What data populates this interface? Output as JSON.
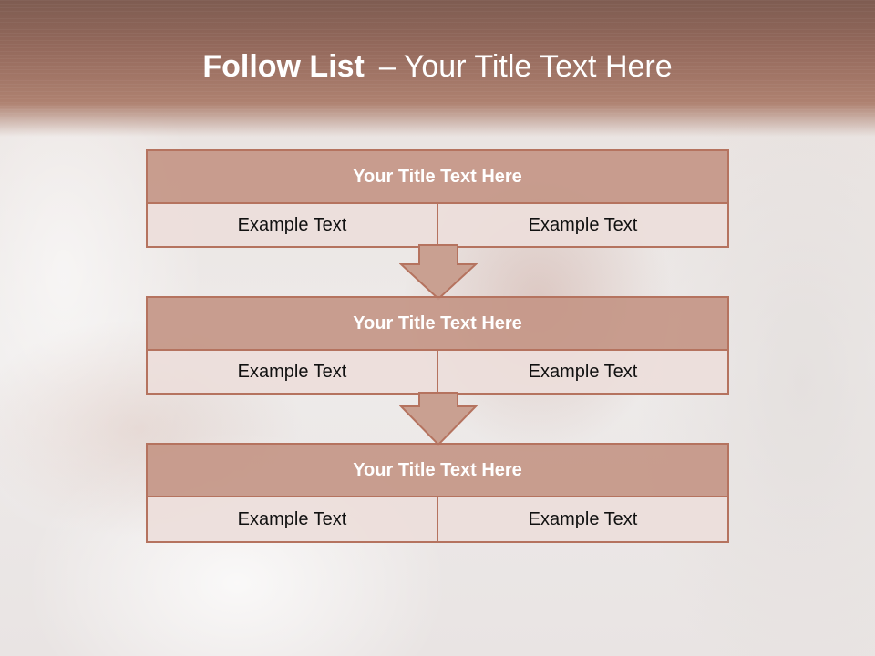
{
  "slide": {
    "title_bold": "Follow List",
    "title_dash": "–",
    "title_rest": "Your Title Text Here"
  },
  "blocks": [
    {
      "title": "Your Title Text Here",
      "left": "Example Text",
      "right": "Example Text"
    },
    {
      "title": "Your Title Text Here",
      "left": "Example Text",
      "right": "Example Text"
    },
    {
      "title": "Your Title Text Here",
      "left": "Example Text",
      "right": "Example Text"
    }
  ],
  "colors": {
    "header": "#94695c",
    "block_header": "#c4968b",
    "border": "#b5735f",
    "cell": "#ecdeda"
  }
}
